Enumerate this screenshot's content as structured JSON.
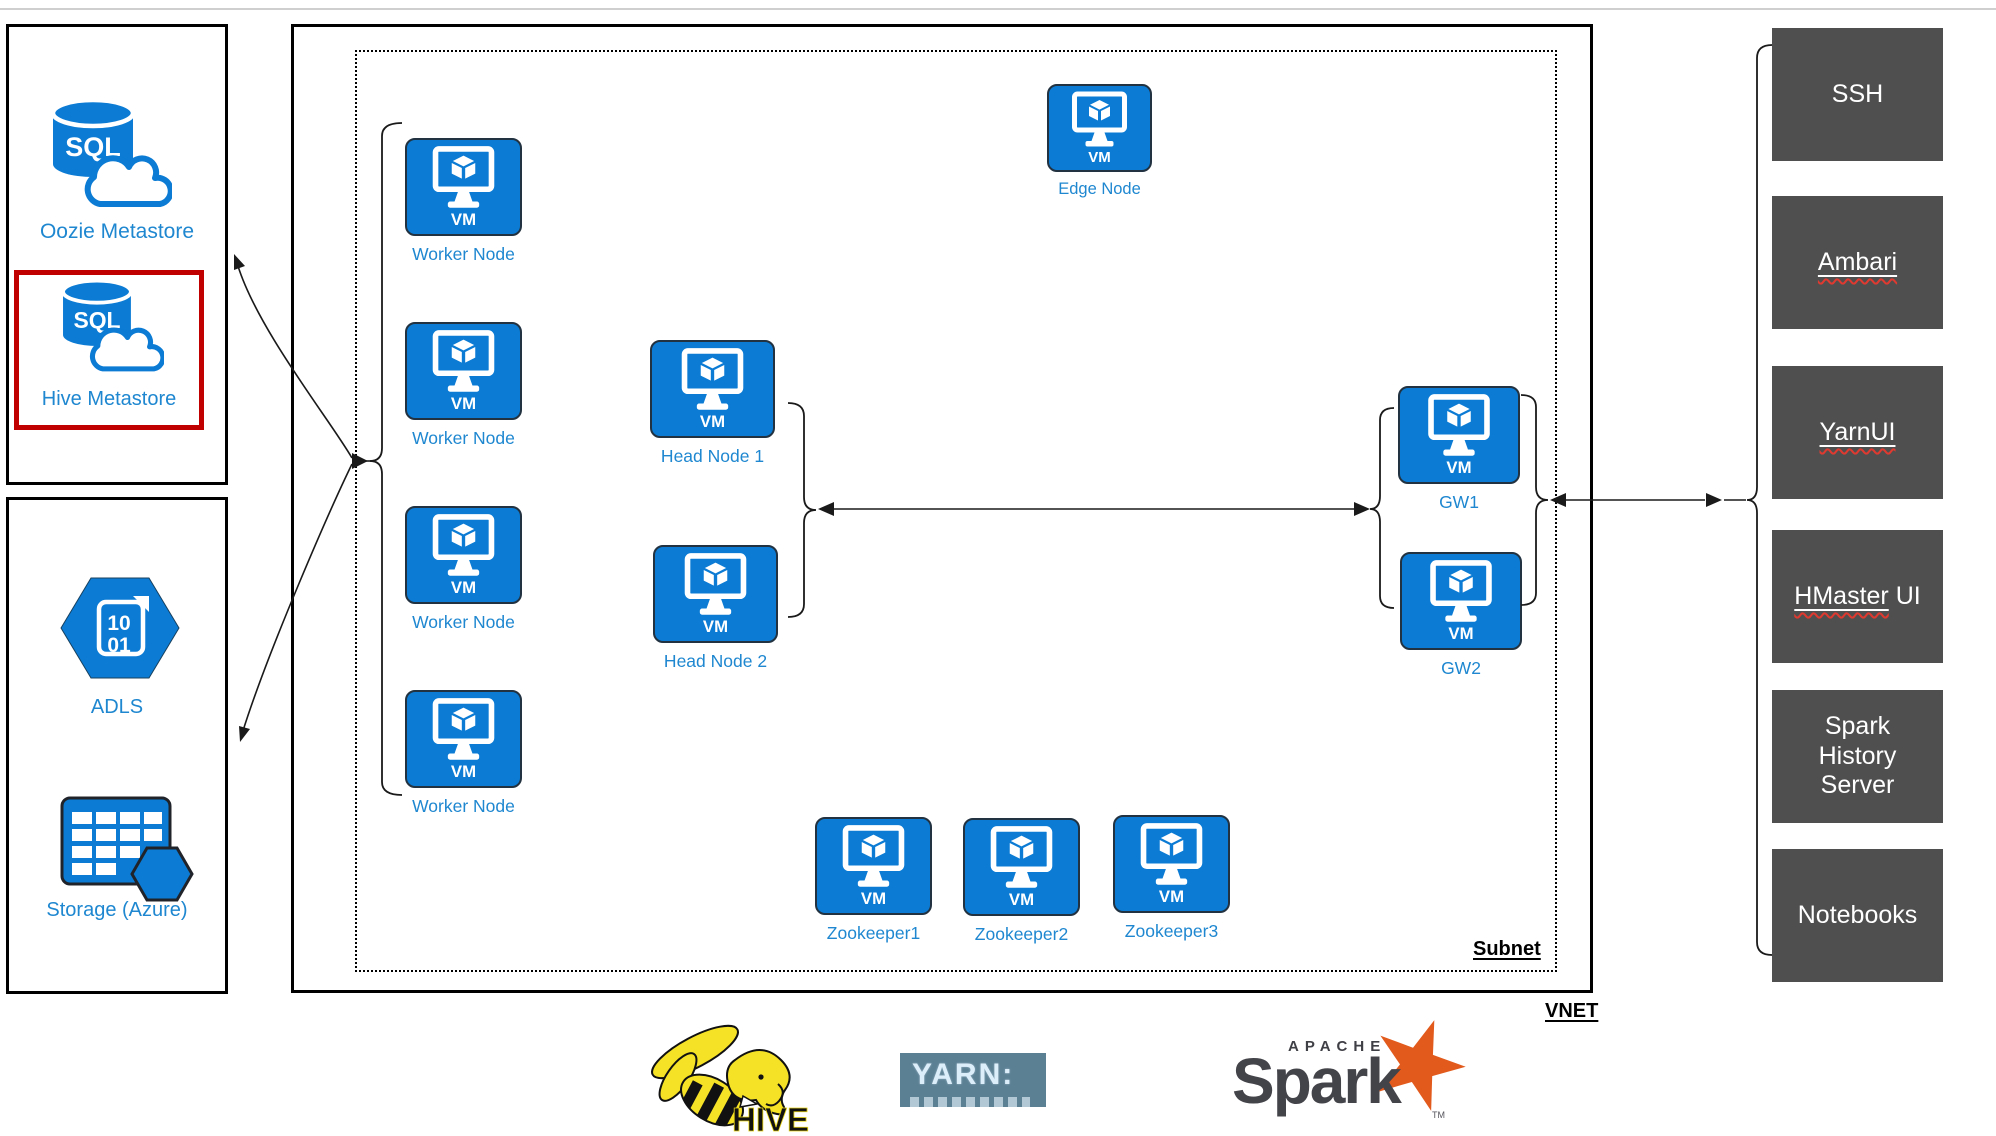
{
  "left_panel": {
    "oozie": {
      "icon_text": "SQL",
      "label": "Oozie Metastore"
    },
    "hive": {
      "icon_text": "SQL",
      "label": "Hive Metastore"
    },
    "adls": {
      "icon_line1": "10",
      "icon_line2": "01",
      "label": "ADLS"
    },
    "storage": {
      "label": "Storage (Azure)"
    }
  },
  "vnet": {
    "label": "VNET",
    "subnet": {
      "label": "Subnet"
    },
    "vm_text": "VM",
    "nodes": {
      "edge": "Edge Node",
      "worker1": "Worker Node",
      "worker2": "Worker Node",
      "worker3": "Worker Node",
      "worker4": "Worker Node",
      "head1": "Head Node 1",
      "head2": "Head Node 2",
      "gw1": "GW1",
      "gw2": "GW2",
      "zookeeper1": "Zookeeper1",
      "zookeeper2": "Zookeeper2",
      "zookeeper3": "Zookeeper3"
    }
  },
  "right_panel": {
    "items": [
      {
        "label": "SSH"
      },
      {
        "label": "Ambari",
        "spellcheck": true
      },
      {
        "label": "YarnUI",
        "spellcheck": true
      },
      {
        "label_underlined": "HMaster",
        "label_rest": " UI",
        "spellcheck": true
      },
      {
        "label": "Spark History Server"
      },
      {
        "label": "Notebooks"
      }
    ]
  },
  "logos": {
    "hive": "HIVE",
    "yarn": "YARN:",
    "spark": {
      "apache": "APACHE",
      "name": "Spark",
      "tm": "TM"
    }
  },
  "colors": {
    "azure_blue": "#0b7bd4",
    "label_blue": "#1e87d0",
    "dark_panel": "#4f4f4f",
    "highlight_red": "#c00000",
    "spark_orange": "#e25a1c",
    "yarn_bg": "#5b7f93"
  }
}
